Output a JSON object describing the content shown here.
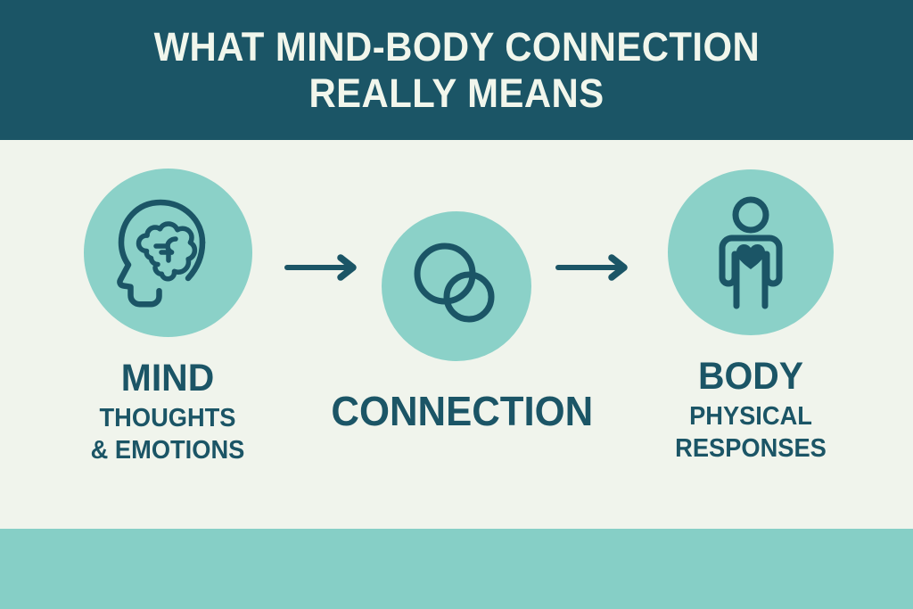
{
  "header": {
    "title_line1": "WHAT MIND-BODY CONNECTION",
    "title_line2": "REALLY MEANS",
    "background_color": "#1b5566",
    "text_color": "#f1f6ec"
  },
  "colors": {
    "page_background": "#f0f4ec",
    "dark_teal": "#1b5566",
    "circle_fill": "#8bd1c8",
    "footer_band": "#86cfc6"
  },
  "flow": {
    "nodes": [
      {
        "id": "mind",
        "icon": "head-with-brain-icon",
        "title": "MIND",
        "subtitle_line1": "THOUGHTS",
        "subtitle_line2": "& EMOTIONS"
      },
      {
        "id": "connection",
        "icon": "overlapping-circles-icon",
        "title": "CONNECTION",
        "subtitle_line1": "",
        "subtitle_line2": ""
      },
      {
        "id": "body",
        "icon": "person-with-heart-icon",
        "title": "BODY",
        "subtitle_line1": "PHYSICAL",
        "subtitle_line2": "RESPONSES"
      }
    ],
    "connectors": [
      {
        "id": "arrow-mind-to-connection",
        "direction": "right"
      },
      {
        "id": "arrow-connection-to-body",
        "direction": "right"
      }
    ]
  },
  "footer": {
    "label": ""
  }
}
